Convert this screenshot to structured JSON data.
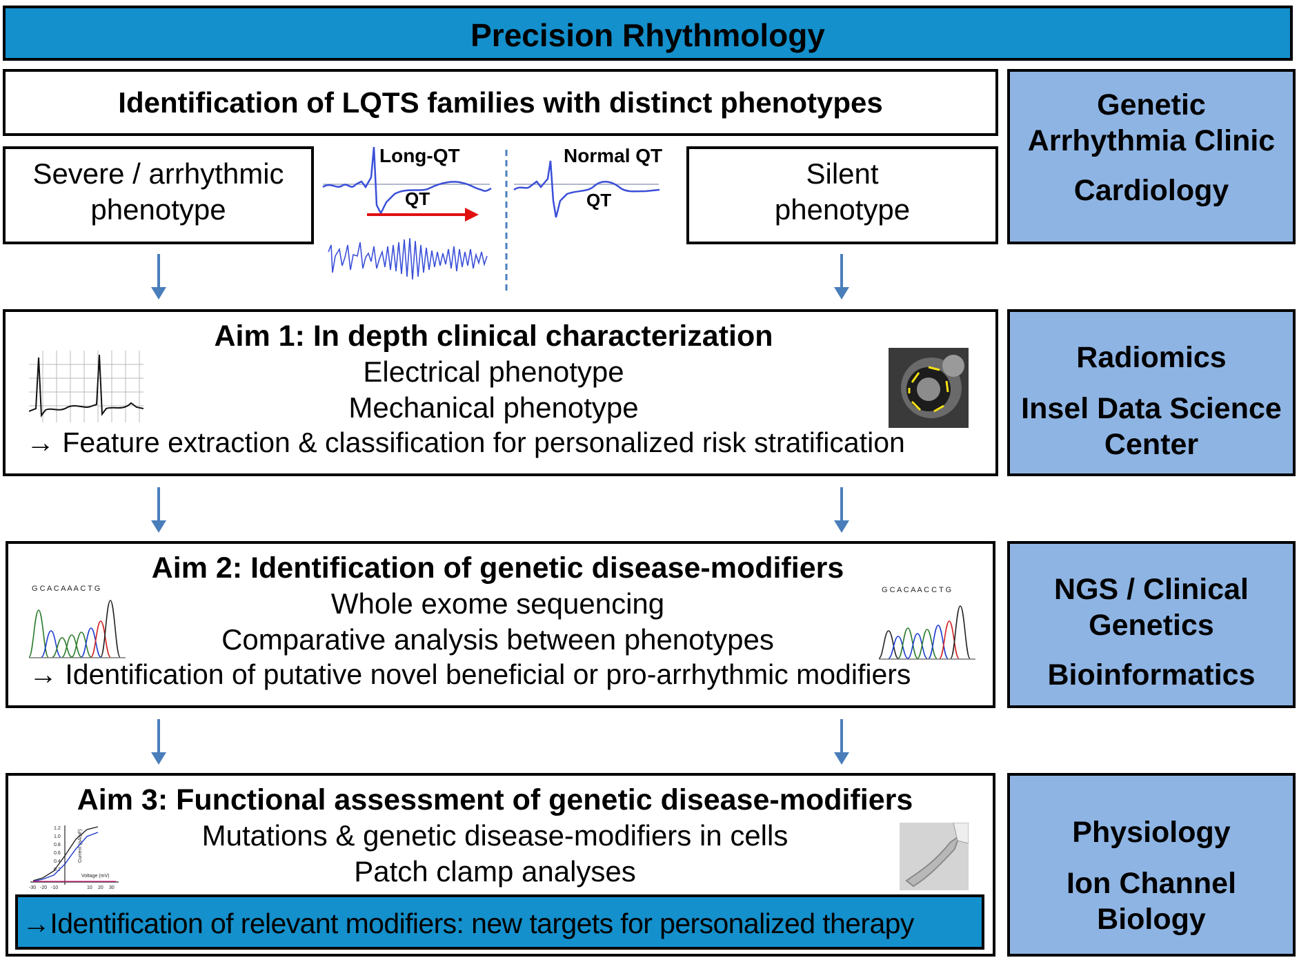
{
  "header": {
    "title": "Precision Rhythmology"
  },
  "identification": {
    "title": "Identification of LQTS families with distinct phenotypes"
  },
  "phenotypes": {
    "severe": [
      "Severe / arrhythmic",
      "phenotype"
    ],
    "silent": [
      "Silent",
      "phenotype"
    ]
  },
  "ecg": {
    "long_label": "Long-QT",
    "normal_label": "Normal QT",
    "qt_label": "QT"
  },
  "aim1": {
    "title": "Aim 1: In depth clinical characterization",
    "lines": [
      "Electrical phenotype",
      "Mechanical phenotype"
    ],
    "conclusion": "→ Feature extraction & classification for personalized risk stratification"
  },
  "aim2": {
    "title": "Aim 2: Identification of genetic disease-modifiers",
    "lines": [
      "Whole exome sequencing",
      "Comparative analysis between phenotypes"
    ],
    "conclusion": "→ Identification of putative novel beneficial or pro-arrhythmic modifiers",
    "seq_left": "G C A C A A A C T G",
    "seq_right": "G C A C A A C C T G"
  },
  "aim3": {
    "title": "Aim 3: Functional assessment of genetic disease-modifiers",
    "lines": [
      "Mutations & genetic disease-modifiers in cells",
      "Patch clamp analyses"
    ],
    "conclusion": "→Identification of relevant modifiers: new targets for personalized therapy",
    "iv_plot": {
      "y_label": "Current (pA/pF)",
      "x_label": "Voltage (mV)",
      "y_ticks": [
        "1.2",
        "1.0",
        "0.8",
        "0.6",
        "0.4",
        "0.2"
      ],
      "x_ticks": [
        "-30",
        "-20",
        "-10",
        "10",
        "20",
        "30"
      ]
    }
  },
  "side_panels": {
    "clinic": [
      "Genetic",
      "Arrhythmia Clinic",
      "Cardiology"
    ],
    "radiomics": [
      "Radiomics",
      "Insel Data Science",
      "Center"
    ],
    "ngs": [
      "NGS / Clinical",
      "Genetics",
      "Bioinformatics"
    ],
    "physiology": [
      "Physiology",
      "Ion Channel",
      "Biology"
    ]
  },
  "colors": {
    "header_blue": "#1490cc",
    "side_blue": "#8eb4e3",
    "arrow_blue": "#4a7ebb",
    "ecg_blue": "#3a4fd8",
    "qt_arrow_red": "#e01010"
  }
}
